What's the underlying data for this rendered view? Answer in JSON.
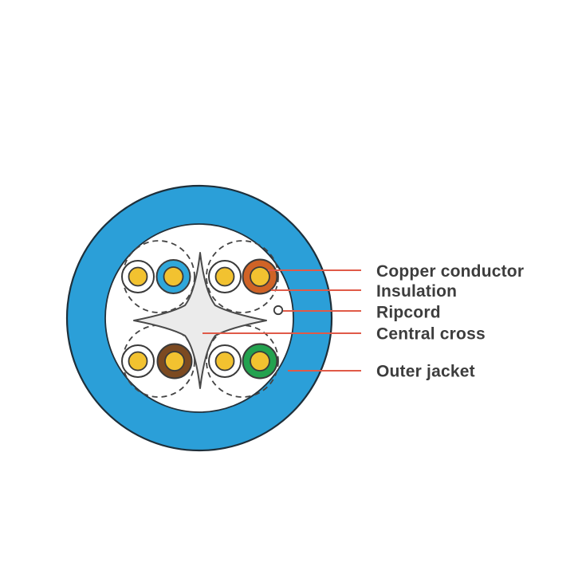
{
  "diagram": {
    "subject": "Cable cross-section",
    "labels": {
      "copper_conductor": "Copper conductor",
      "insulation": "Insulation",
      "ripcord": "Ripcord",
      "central_cross": "Central cross",
      "outer_jacket": "Outer jacket"
    },
    "colors": {
      "jacket": "#2b9fd8",
      "core_background": "#ffffff",
      "pair_blue": "#2fa7da",
      "pair_orange": "#d06326",
      "pair_brown": "#7c4a21",
      "pair_green": "#23a24f",
      "copper_yellow": "#f2c230",
      "insulation_white": "#ffffff",
      "cross_fill": "#ebebeb",
      "leader_line": "#e05a48",
      "label_text": "#3d3d3d"
    },
    "pairs": [
      {
        "position": "top-left",
        "color_name": "blue"
      },
      {
        "position": "top-right",
        "color_name": "orange"
      },
      {
        "position": "bottom-left",
        "color_name": "brown"
      },
      {
        "position": "bottom-right",
        "color_name": "green"
      }
    ]
  }
}
